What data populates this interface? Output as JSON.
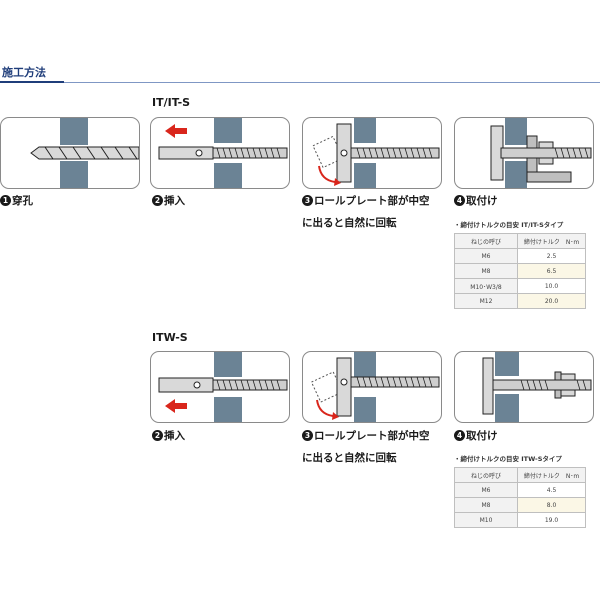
{
  "header": {
    "section_title": "施工方法"
  },
  "groups": [
    {
      "label": "IT/IT-S",
      "steps": [
        {
          "num": "1",
          "caption": "穿孔"
        },
        {
          "num": "2",
          "caption": "挿入"
        },
        {
          "num": "3",
          "caption": "ロールプレート部が中空",
          "caption2": "に出ると自然に回転"
        },
        {
          "num": "4",
          "caption": "取付け"
        }
      ],
      "torque": {
        "title": "・締付けトルクの目安 IT/IT-Sタイプ",
        "col_size": "ねじの呼び",
        "col_torque": "締付けトルク　N･m",
        "rows": [
          {
            "size": "M6",
            "torque": "2.5"
          },
          {
            "size": "M8",
            "torque": "6.5"
          },
          {
            "size": "M10･W3/8",
            "torque": "10.0"
          },
          {
            "size": "M12",
            "torque": "20.0"
          }
        ]
      }
    },
    {
      "label": "ITW-S",
      "steps": [
        {
          "num": "2",
          "caption": "挿入"
        },
        {
          "num": "3",
          "caption": "ロールプレート部が中空",
          "caption2": "に出ると自然に回転"
        },
        {
          "num": "4",
          "caption": "取付け"
        }
      ],
      "torque": {
        "title": "・締付けトルクの目安 ITW-Sタイプ",
        "col_size": "ねじの呼び",
        "col_torque": "締付けトルク　N･m",
        "rows": [
          {
            "size": "M6",
            "torque": "4.5"
          },
          {
            "size": "M8",
            "torque": "8.0"
          },
          {
            "size": "M10",
            "torque": "19.0"
          }
        ]
      }
    }
  ],
  "colors": {
    "title_blue": "#1f3d7a",
    "wall": "#6b8395",
    "arrow_red": "#d9261c",
    "metal": "#c9c9c9"
  }
}
